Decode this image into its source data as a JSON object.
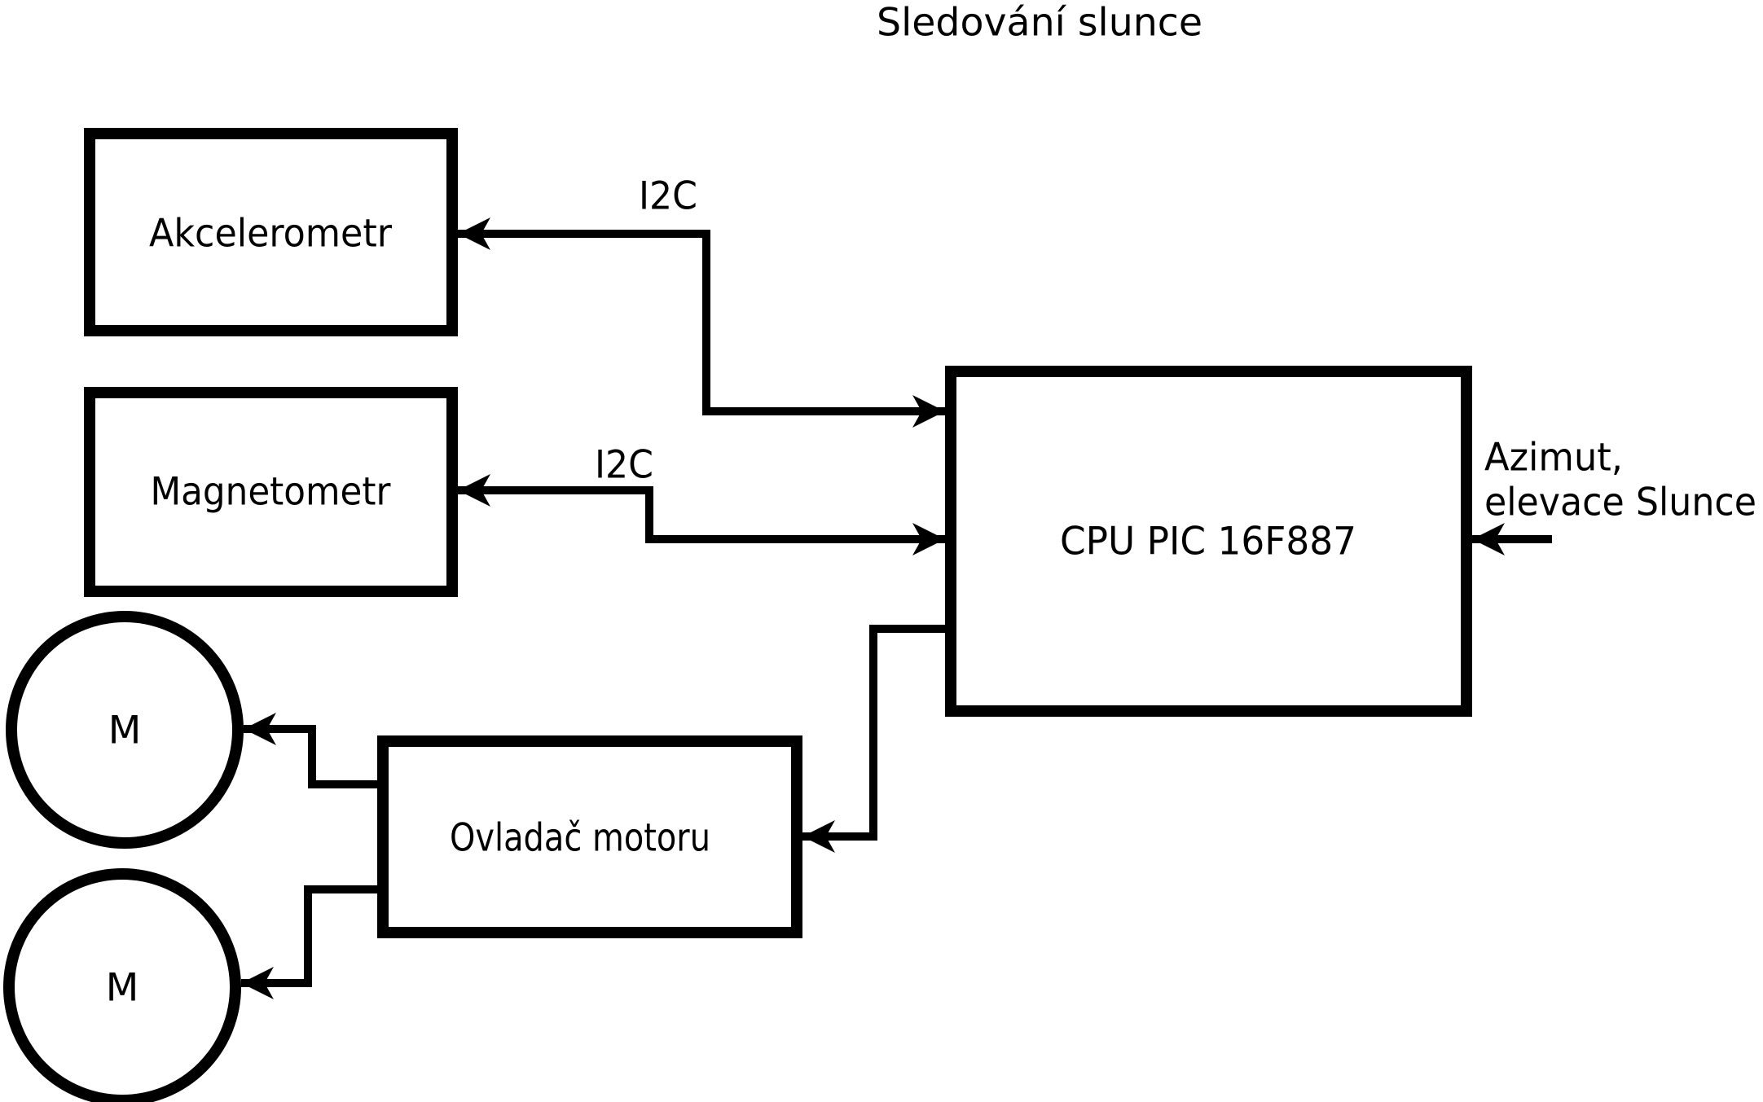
{
  "title": "Sledování slunce",
  "colors": {
    "line": "#000000",
    "text": "#000000",
    "background": "#ffffff"
  },
  "diagram": {
    "nodes": [
      {
        "id": "akcelerometr",
        "shape": "rect",
        "label": "Akcelerometr"
      },
      {
        "id": "magnetometr",
        "shape": "rect",
        "label": "Magnetometr"
      },
      {
        "id": "cpu",
        "shape": "rect",
        "label": "CPU PIC 16F887"
      },
      {
        "id": "motor-controller",
        "shape": "rect",
        "label": "Ovladač motoru"
      },
      {
        "id": "motor-1",
        "shape": "circle",
        "label": "M"
      },
      {
        "id": "motor-2",
        "shape": "circle",
        "label": "M"
      }
    ],
    "edges": [
      {
        "from": "cpu",
        "to": "akcelerometr",
        "label": "I2C",
        "arrows": "both"
      },
      {
        "from": "cpu",
        "to": "magnetometr",
        "label": "I2C",
        "arrows": "both"
      },
      {
        "from": "cpu",
        "to": "motor-controller",
        "label": "",
        "arrows": "end"
      },
      {
        "from": "motor-controller",
        "to": "motor-1",
        "label": "",
        "arrows": "end"
      },
      {
        "from": "motor-controller",
        "to": "motor-2",
        "label": "",
        "arrows": "end"
      },
      {
        "from": "external-input",
        "to": "cpu",
        "label": "Azimut, elevace Slunce",
        "arrows": "end"
      }
    ],
    "input_annotation": {
      "line1": "Azimut,",
      "line2": "elevace Slunce"
    }
  }
}
